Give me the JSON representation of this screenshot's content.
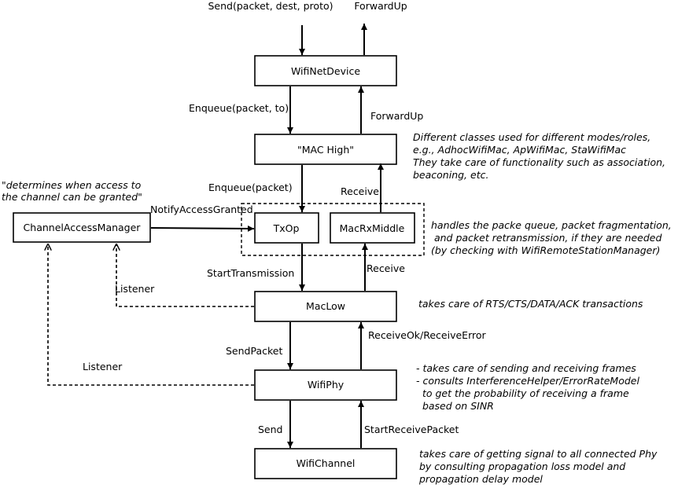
{
  "nodes": {
    "wifinetdevice": "WifiNetDevice",
    "machigh": "\"MAC High\"",
    "txop": "TxOp",
    "macrxmiddle": "MacRxMiddle",
    "channelaccessmanager": "ChannelAccessManager",
    "maclow": "MacLow",
    "wifiphy": "WifiPhy",
    "wifichannel": "WifiChannel"
  },
  "edges": {
    "send": "Send(packet, dest, proto)",
    "forwardup_top": "ForwardUp",
    "enqueue_packet_to": "Enqueue(packet, to)",
    "forwardup_mid": "ForwardUp",
    "enqueue_packet": "Enqueue(packet)",
    "receive_upper": "Receive",
    "notify_access_granted": "NotifyAccessGranted",
    "start_transmission": "StartTransmission",
    "receive_lower": "Receive",
    "listener_upper": "Listener",
    "send_packet": "SendPacket",
    "receive_ok_error": "ReceiveOk/ReceiveError",
    "listener_lower": "Listener",
    "send_phy": "Send",
    "start_receive_packet": "StartReceivePacket"
  },
  "notes": {
    "cam": [
      "\"determines when access to",
      "the channel can be granted\""
    ],
    "machigh": [
      "Different classes used for different modes/roles,",
      "e.g., AdhocWifiMac, ApWifiMac, StaWifiMac",
      "They take care of functionality such as association,",
      "beaconing, etc."
    ],
    "txop": [
      "handles the packe queue, packet fragmentation,",
      " and packet retransmission, if they are needed",
      "(by checking with WifiRemoteStationManager)"
    ],
    "maclow": [
      "takes care of RTS/CTS/DATA/ACK transactions"
    ],
    "wifiphy": [
      "- takes care of sending and receiving frames",
      "- consults InterferenceHelper/ErrorRateModel",
      "  to get the probability of receiving a frame",
      "  based on SINR"
    ],
    "wifichannel": [
      "takes care of getting signal to all connected Phy",
      "by consulting propagation loss model and",
      "propagation delay model"
    ]
  }
}
